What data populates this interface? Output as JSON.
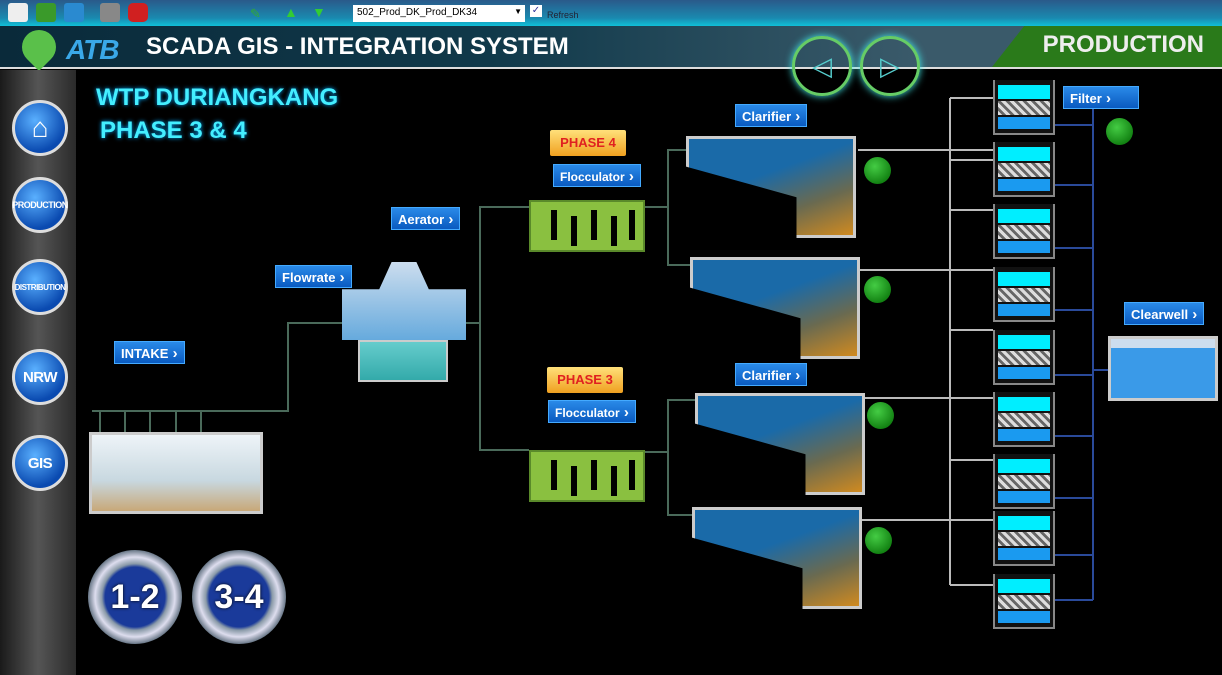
{
  "toolbar": {
    "dropdown_value": "502_Prod_DK_Prod_DK34",
    "refresh_label": "Refresh",
    "refresh_checked": true
  },
  "header": {
    "logo": "ATB",
    "title": "SCADA GIS - INTEGRATION SYSTEM",
    "section": "PRODUCTION"
  },
  "plant": {
    "name": "WTP DURIANGKANG",
    "phase": "PHASE 3 & 4"
  },
  "sidebar": {
    "items": [
      {
        "label": "",
        "icon": "home-icon"
      },
      {
        "label": "PRODUCTION"
      },
      {
        "label": "DISTRIBUTION"
      },
      {
        "label": "NRW"
      },
      {
        "label": "GIS"
      }
    ]
  },
  "phase_buttons": [
    "1-2",
    "3-4"
  ],
  "process": {
    "intake": "INTAKE",
    "flowrate": "Flowrate",
    "aerator": "Aerator",
    "phase4": "PHASE 4",
    "phase3": "PHASE 3",
    "flocculator": "Flocculator",
    "clarifier": "Clarifier",
    "filter": "Filter",
    "clearwell": "Clearwell"
  },
  "colors": {
    "status_ok": "#22aa22",
    "accent": "#0a5ac0"
  }
}
